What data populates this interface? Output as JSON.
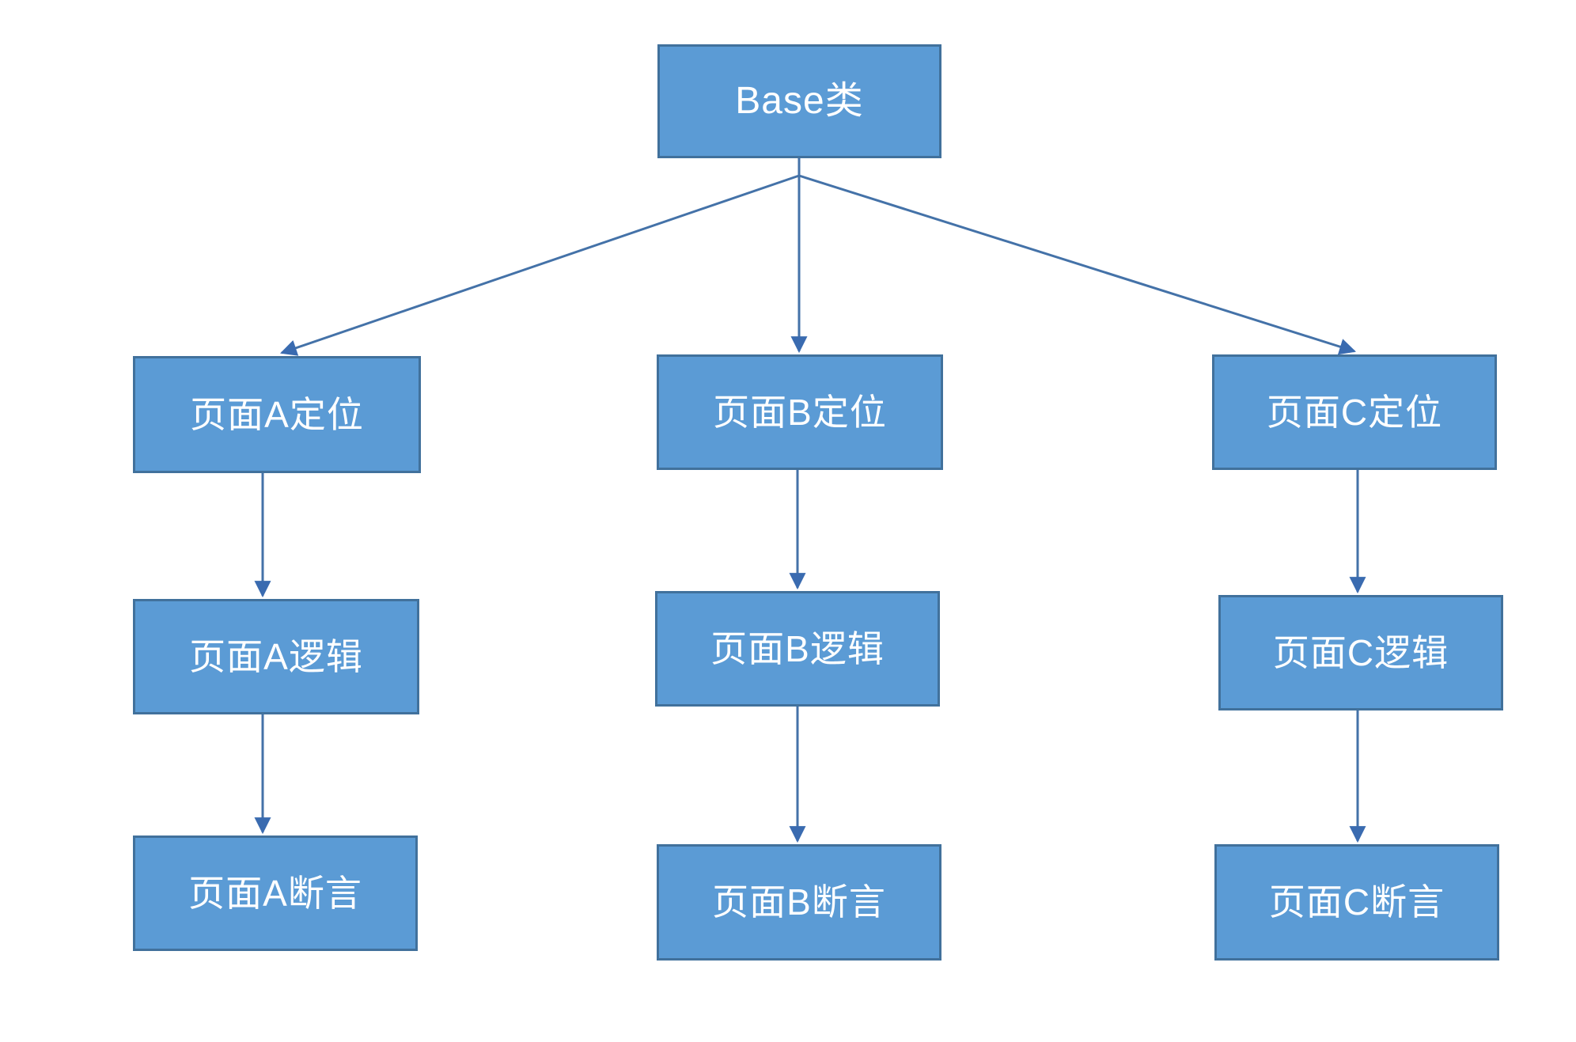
{
  "diagram": {
    "type": "hierarchy-flowchart",
    "background_color": "#FFFFFF",
    "node_fill_color": "#5B9BD5",
    "node_border_color": "#41719C",
    "node_text_color": "#FFFFFF",
    "connector_color": "#4472A8",
    "nodes": {
      "root": {
        "label": "Base类"
      },
      "col_a": {
        "locate": {
          "label": "页面A定位"
        },
        "logic": {
          "label": "页面A逻辑"
        },
        "assert": {
          "label": "页面A断言"
        }
      },
      "col_b": {
        "locate": {
          "label": "页面B定位"
        },
        "logic": {
          "label": "页面B逻辑"
        },
        "assert": {
          "label": "页面B断言"
        }
      },
      "col_c": {
        "locate": {
          "label": "页面C定位"
        },
        "logic": {
          "label": "页面C逻辑"
        },
        "assert": {
          "label": "页面C断言"
        }
      }
    },
    "edges": [
      {
        "from": "Base类",
        "to": "页面A定位"
      },
      {
        "from": "Base类",
        "to": "页面B定位"
      },
      {
        "from": "Base类",
        "to": "页面C定位"
      },
      {
        "from": "页面A定位",
        "to": "页面A逻辑"
      },
      {
        "from": "页面A逻辑",
        "to": "页面A断言"
      },
      {
        "from": "页面B定位",
        "to": "页面B逻辑"
      },
      {
        "from": "页面B逻辑",
        "to": "页面B断言"
      },
      {
        "from": "页面C定位",
        "to": "页面C逻辑"
      },
      {
        "from": "页面C逻辑",
        "to": "页面C断言"
      }
    ]
  }
}
